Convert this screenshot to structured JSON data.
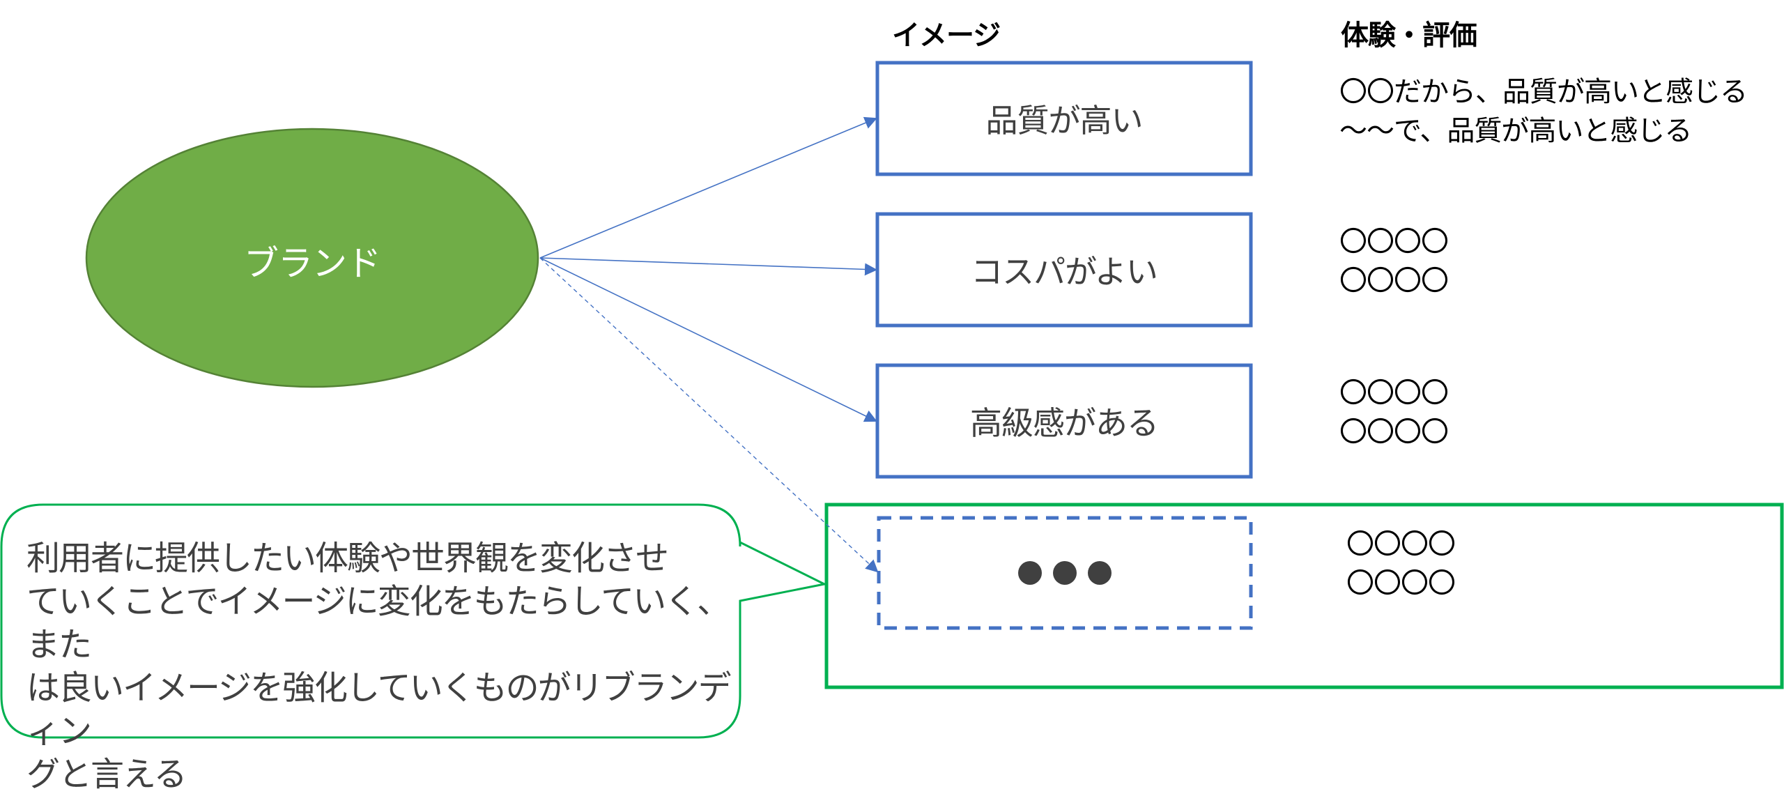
{
  "headings": {
    "image": "イメージ",
    "experience": "体験・評価"
  },
  "brand": {
    "label": "ブランド",
    "fill_color": "#70AD47",
    "stroke_color": "#548235"
  },
  "image_boxes": [
    {
      "label": "品質が高い",
      "style": "solid"
    },
    {
      "label": "コスパがよい",
      "style": "solid"
    },
    {
      "label": "高級感がある",
      "style": "solid"
    },
    {
      "label": "●●●",
      "style": "dashed",
      "icon": "ellipsis-dots-icon"
    }
  ],
  "evaluations": [
    {
      "lines": [
        "〇〇だから、品質が高いと感じる",
        "～～で、品質が高いと感じる"
      ]
    },
    {
      "lines": [
        "〇〇〇〇",
        "〇〇〇〇"
      ]
    },
    {
      "lines": [
        "〇〇〇〇",
        "〇〇〇〇"
      ]
    },
    {
      "lines": [
        "〇〇〇〇",
        "〇〇〇〇"
      ]
    }
  ],
  "callout": {
    "text": "利用者に提供したい体験や世界観を変化させていくことでイメージに変化をもたらしていく、または良いイメージを強化していくものがリブランディングと言える",
    "lines": [
      "利用者に提供したい体験や世界観を変化させ",
      "ていくことでイメージに変化をもたらしていく、また",
      "は良いイメージを強化していくものがリブランディン",
      "グと言える"
    ],
    "border_color": "#00B050"
  },
  "colors": {
    "box_border": "#4472C4",
    "arrow": "#4472C4",
    "highlight_border": "#00B050",
    "box_text": "#404040"
  }
}
